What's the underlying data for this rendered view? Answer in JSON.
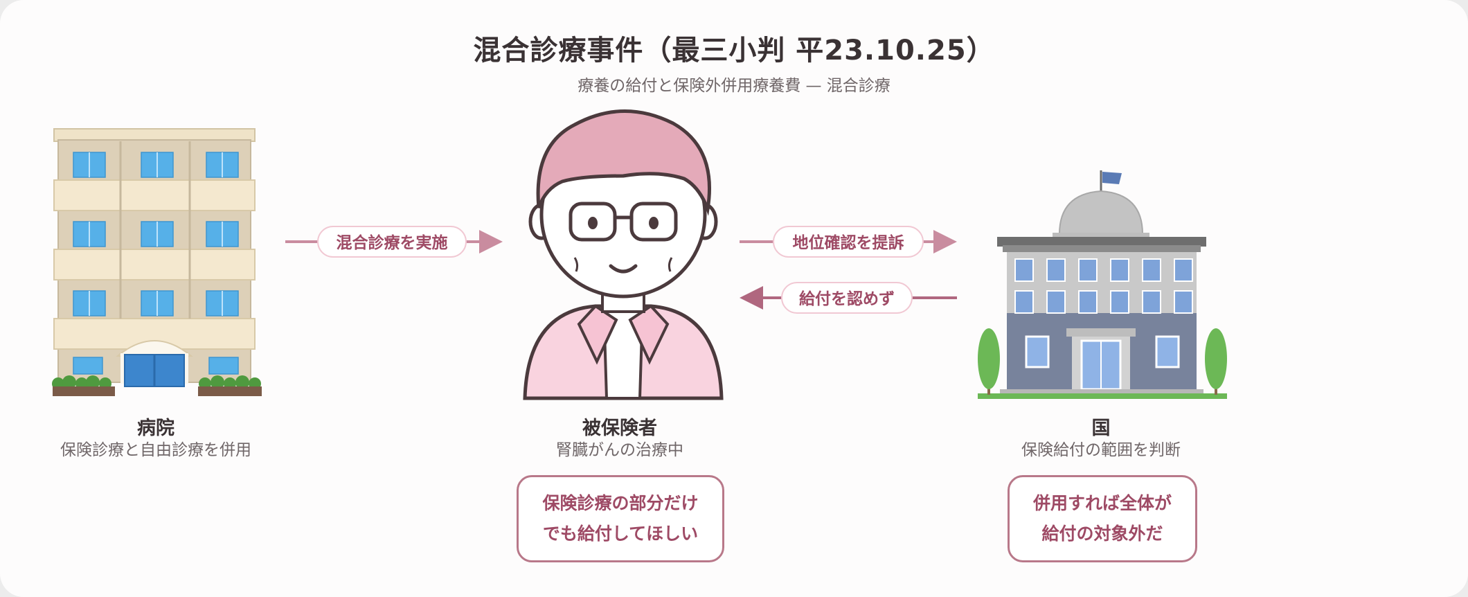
{
  "title": "混合診療事件（最三小判 平23.10.25）",
  "subtitle": "療養の給付と保険外併用療養費 — 混合診療",
  "hospital": {
    "name": "病院",
    "desc": "保険診療と自由診療を併用"
  },
  "patient": {
    "name": "被保険者",
    "desc": "腎臓がんの治療中"
  },
  "state": {
    "name": "国",
    "desc": "保険給付の範囲を判断"
  },
  "arrows": {
    "hospital_to_patient": "混合診療を実施",
    "patient_to_state": "地位確認を提訴",
    "state_to_patient": "給付を認めず"
  },
  "bubbles": {
    "patient": [
      "保険診療の部分だけ",
      "でも給付してほしい"
    ],
    "state": [
      "併用すれば全体が",
      "給付の対象外だ"
    ]
  },
  "colors": {
    "accent": "#b87889",
    "arrow": "#c98c9f",
    "arrow_text": "#9e4a65",
    "pill_border": "#f1c8d3",
    "hair": "#e4aab9",
    "shirt": "#f9d3df"
  }
}
